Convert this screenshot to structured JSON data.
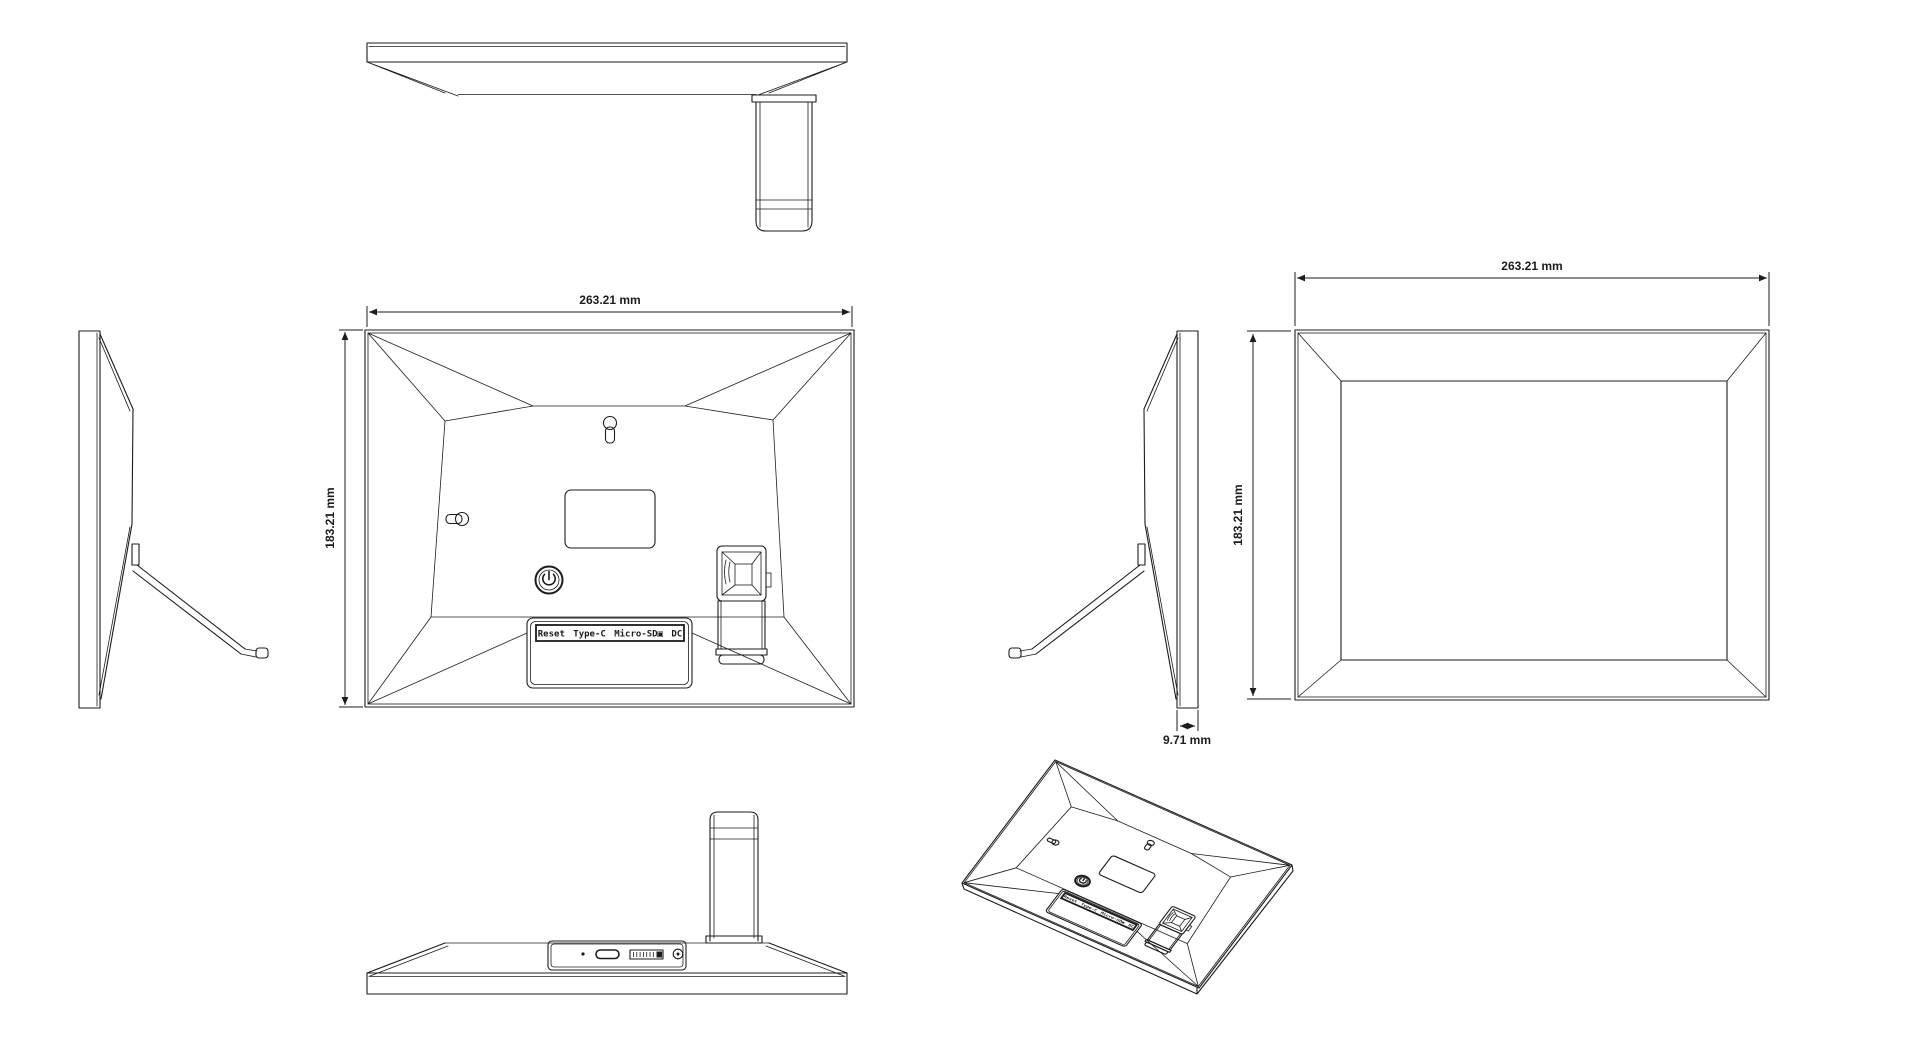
{
  "drawing": {
    "type": "orthographic technical drawing of a digital photo frame",
    "views": [
      "top",
      "left-side",
      "back",
      "right-side",
      "front",
      "bottom",
      "isometric-back"
    ]
  },
  "dims": {
    "width": "263.21 mm",
    "height": "183.21 mm",
    "depth": "9.71 mm"
  },
  "labels": {
    "ports": "Reset Type-C Micro-SD▣ DC"
  },
  "icons": {
    "power": "power-symbol",
    "keyhole": "wall-mount-keyhole",
    "usb_c": "usb-c-port",
    "micro_sd": "micro-sd-slot",
    "dc": "dc-jack",
    "reset": "reset-pinhole"
  },
  "colors": {
    "line": "#1c1c1c",
    "background": "#ffffff"
  }
}
